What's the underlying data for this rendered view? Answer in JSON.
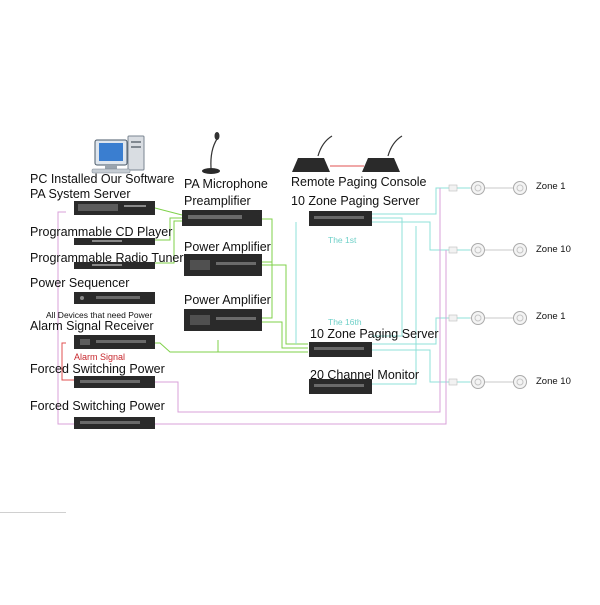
{
  "labels": {
    "pc": "PC Installed Our Software",
    "pa_server": "PA System Server",
    "cd_player": "Programmable CD Player",
    "radio_tuner": "Programmable Radio Tuner",
    "power_sequencer": "Power Sequencer",
    "all_devices": "All Devices that need Power",
    "alarm_receiver": "Alarm Signal Receiver",
    "alarm_signal": "Alarm Signal",
    "forced_switching_1": "Forced Switching Power",
    "forced_switching_2": "Forced Switching Power",
    "pa_microphone": "PA Microphone",
    "preamplifier": "Preamplifier",
    "power_amplifier_1": "Power Amplifier",
    "power_amplifier_2": "Power Amplifier",
    "remote_console": "Remote Paging Console",
    "zone_server_1": "10 Zone Paging Server",
    "zone_server_2": "10 Zone Paging Server",
    "channel_monitor": "20 Channel Monitor",
    "the_1st": "The 1st",
    "the_16th": "The 16th",
    "zone_a": "Zone 1",
    "zone_b": "Zone 10",
    "zone_c": "Zone 1",
    "zone_d": "Zone 10"
  },
  "colors": {
    "line_green": "#7fd14a",
    "line_cyan": "#8fe0d8",
    "line_pink": "#d9a0d9",
    "line_red": "#e05050",
    "device_dark": "#2a2a2a"
  }
}
